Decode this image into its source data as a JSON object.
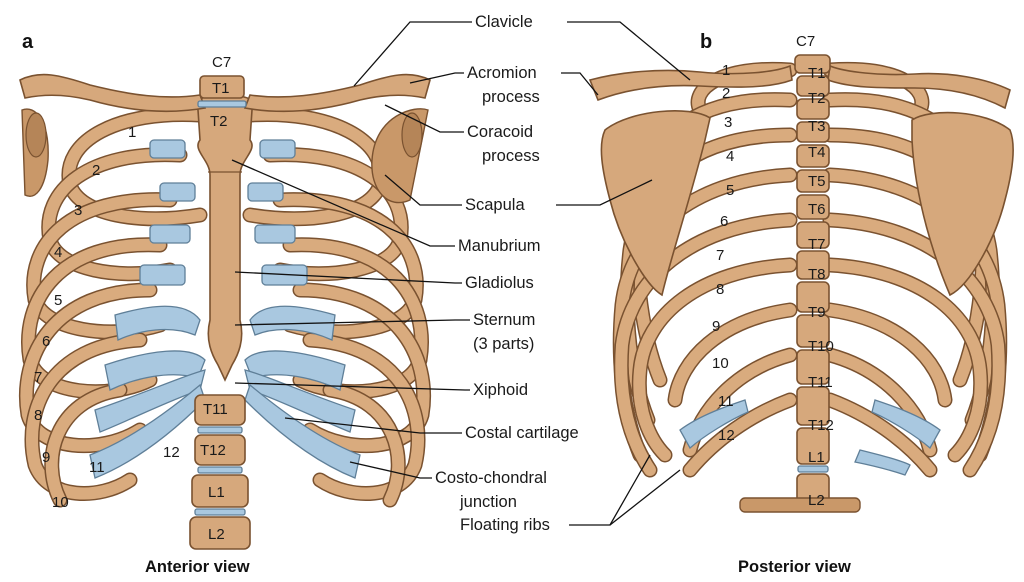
{
  "panels": {
    "a": "a",
    "b": "b"
  },
  "views": {
    "anterior": "Anterior view",
    "posterior": "Posterior view"
  },
  "labels": {
    "clavicle": "Clavicle",
    "acromion_1": "Acromion",
    "acromion_2": "process",
    "coracoid_1": "Coracoid",
    "coracoid_2": "process",
    "scapula": "Scapula",
    "manubrium": "Manubrium",
    "gladiolus": "Gladiolus",
    "sternum_1": "Sternum",
    "sternum_2": "(3 parts)",
    "xiphoid": "Xiphoid",
    "costal_cartilage": "Costal cartilage",
    "costochondral_1": "Costo-chondral",
    "costochondral_2": "junction",
    "floating_ribs": "Floating ribs"
  },
  "anterior_vertebrae": [
    "C7",
    "T1",
    "T2",
    "T11",
    "T12",
    "L1",
    "L2"
  ],
  "anterior_ribs": [
    "1",
    "2",
    "3",
    "4",
    "5",
    "6",
    "7",
    "8",
    "9",
    "10",
    "11",
    "12"
  ],
  "posterior_vertebrae": [
    "C7",
    "T1",
    "T2",
    "T3",
    "T4",
    "T5",
    "T6",
    "T7",
    "T8",
    "T9",
    "T10",
    "T11",
    "T12",
    "L1",
    "L2"
  ],
  "posterior_ribs": [
    "1",
    "2",
    "3",
    "4",
    "5",
    "6",
    "7",
    "8",
    "9",
    "10",
    "11",
    "12"
  ],
  "colors": {
    "bone": "#d6a87c",
    "bone_outline": "#7a5230",
    "cartilage": "#a9c8e0",
    "leader": "#111111"
  }
}
